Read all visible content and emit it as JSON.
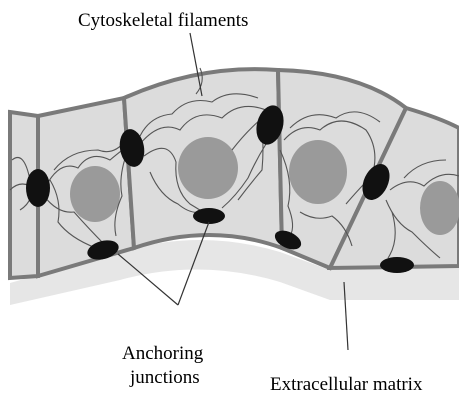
{
  "labels": {
    "cytoskeletal_filaments": "Cytoskeletal filaments",
    "anchoring_junctions_line1": "Anchoring",
    "anchoring_junctions_line2": "junctions",
    "extracellular_matrix": "Extracellular matrix"
  },
  "colors": {
    "cell_fill": "#dcdcdc",
    "cell_border": "#7a7a7a",
    "nucleus": "#9a9a9a",
    "junction": "#111111",
    "filament": "#555555",
    "matrix": "#e6e6e6",
    "leader_line": "#333333"
  }
}
